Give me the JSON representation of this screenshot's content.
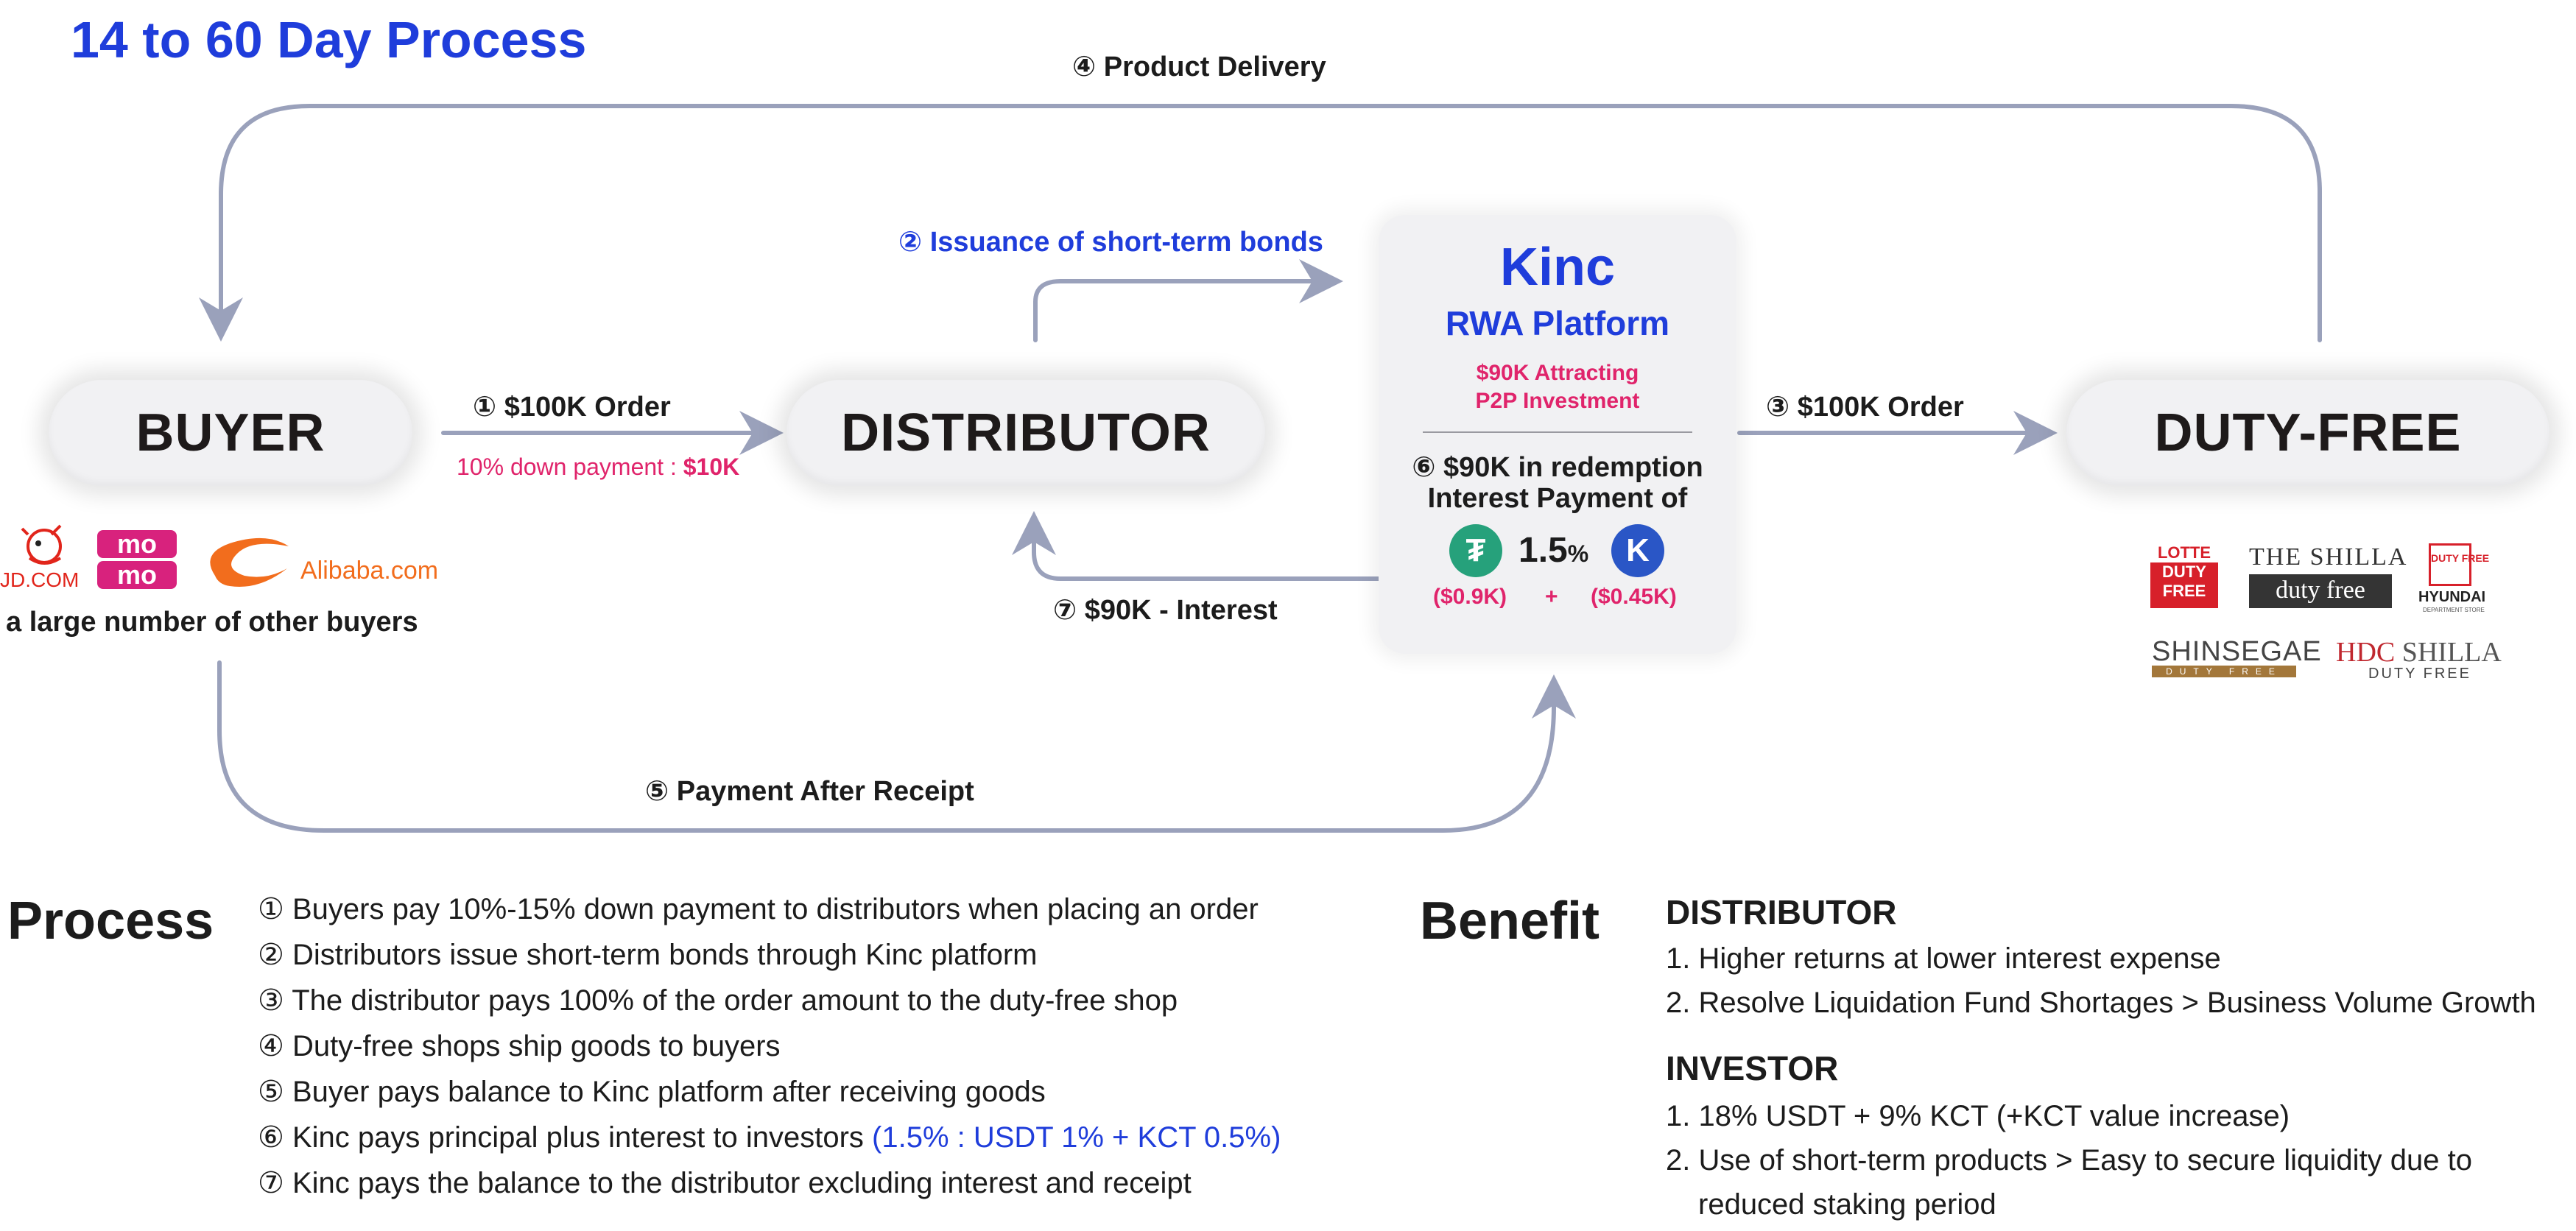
{
  "title": "14 to 60 Day Process",
  "nodes": {
    "buyer": "BUYER",
    "distributor": "DISTRIBUTOR",
    "duty_free": "DUTY-FREE"
  },
  "flows": {
    "order_buyer": "① $100K Order",
    "down_payment_prefix": "10% down payment : ",
    "down_payment_amount": "$10K",
    "issuance": "② Issuance of short-term bonds",
    "order_dutyfree": "③ $100K Order",
    "delivery": "④ Product Delivery",
    "payment_after_receipt": "⑤ Payment After Receipt",
    "interest_return": "⑦ $90K - Interest"
  },
  "kinc": {
    "name": "Kinc",
    "subtitle": "RWA Platform",
    "attract_line1": "$90K Attracting",
    "attract_line2": "P2P Investment",
    "redemption_line1": "⑥ $90K in redemption",
    "redemption_line2": "Interest Payment of",
    "rate": "1.5",
    "rate_unit": "%",
    "usdt_amount": "($0.9K)",
    "plus": "+",
    "kct_amount": "($0.45K)",
    "usdt_glyph": "₮",
    "kct_glyph": "K"
  },
  "buyer_logos": {
    "jd": "JD.COM",
    "momo_top": "mo",
    "momo_bottom": "mo",
    "alibaba": "Alibaba.com",
    "other": "a large number of other buyers"
  },
  "dutyfree_logos": {
    "lotte_top": "LOTTE",
    "lotte_mid": "DUTY",
    "lotte_bot": "FREE",
    "shilla_top": "THE SHILLA",
    "shilla_bot": "duty free",
    "hyundai_box": "DUTY FREE",
    "hyundai": "HYUNDAI",
    "hyundai_small": "DEPARTMENT STORE",
    "shinsegae": "SHINSEGAE",
    "shinsegae_bar": "DUTY FREE",
    "hdc": "HDC",
    "hdc_shilla": "SHILLA",
    "hdc_sub": "DUTY FREE"
  },
  "process": {
    "heading": "Process",
    "steps": [
      "① Buyers pay 10%-15% down payment to distributors when placing an order",
      "② Distributors issue short-term bonds through Kinc platform",
      "③ The distributor pays 100% of the order amount to the duty-free shop",
      "④ Duty-free shops ship goods to buyers",
      "⑤ Buyer pays balance to Kinc platform after receiving goods",
      "⑥ Kinc pays principal plus interest to investors ",
      "⑦ Kinc pays the balance to the distributor excluding interest and receipt"
    ],
    "step6_highlight": "(1.5% : USDT 1% + KCT 0.5%)"
  },
  "benefit": {
    "heading": "Benefit",
    "distributor": {
      "heading": "DISTRIBUTOR",
      "items": [
        "1.  Higher returns at lower interest expense",
        "2.  Resolve Liquidation Fund Shortages > Business Volume Growth"
      ]
    },
    "investor": {
      "heading": "INVESTOR",
      "items": [
        "1.  18% USDT + 9% KCT (+KCT value increase)",
        "2.  Use of short-term products > Easy to secure liquidity due to",
        "reduced staking period"
      ]
    }
  },
  "colors": {
    "accent_blue": "#1f3ddb",
    "accent_pink": "#e0246b",
    "arrow": "#9aa1bb"
  }
}
